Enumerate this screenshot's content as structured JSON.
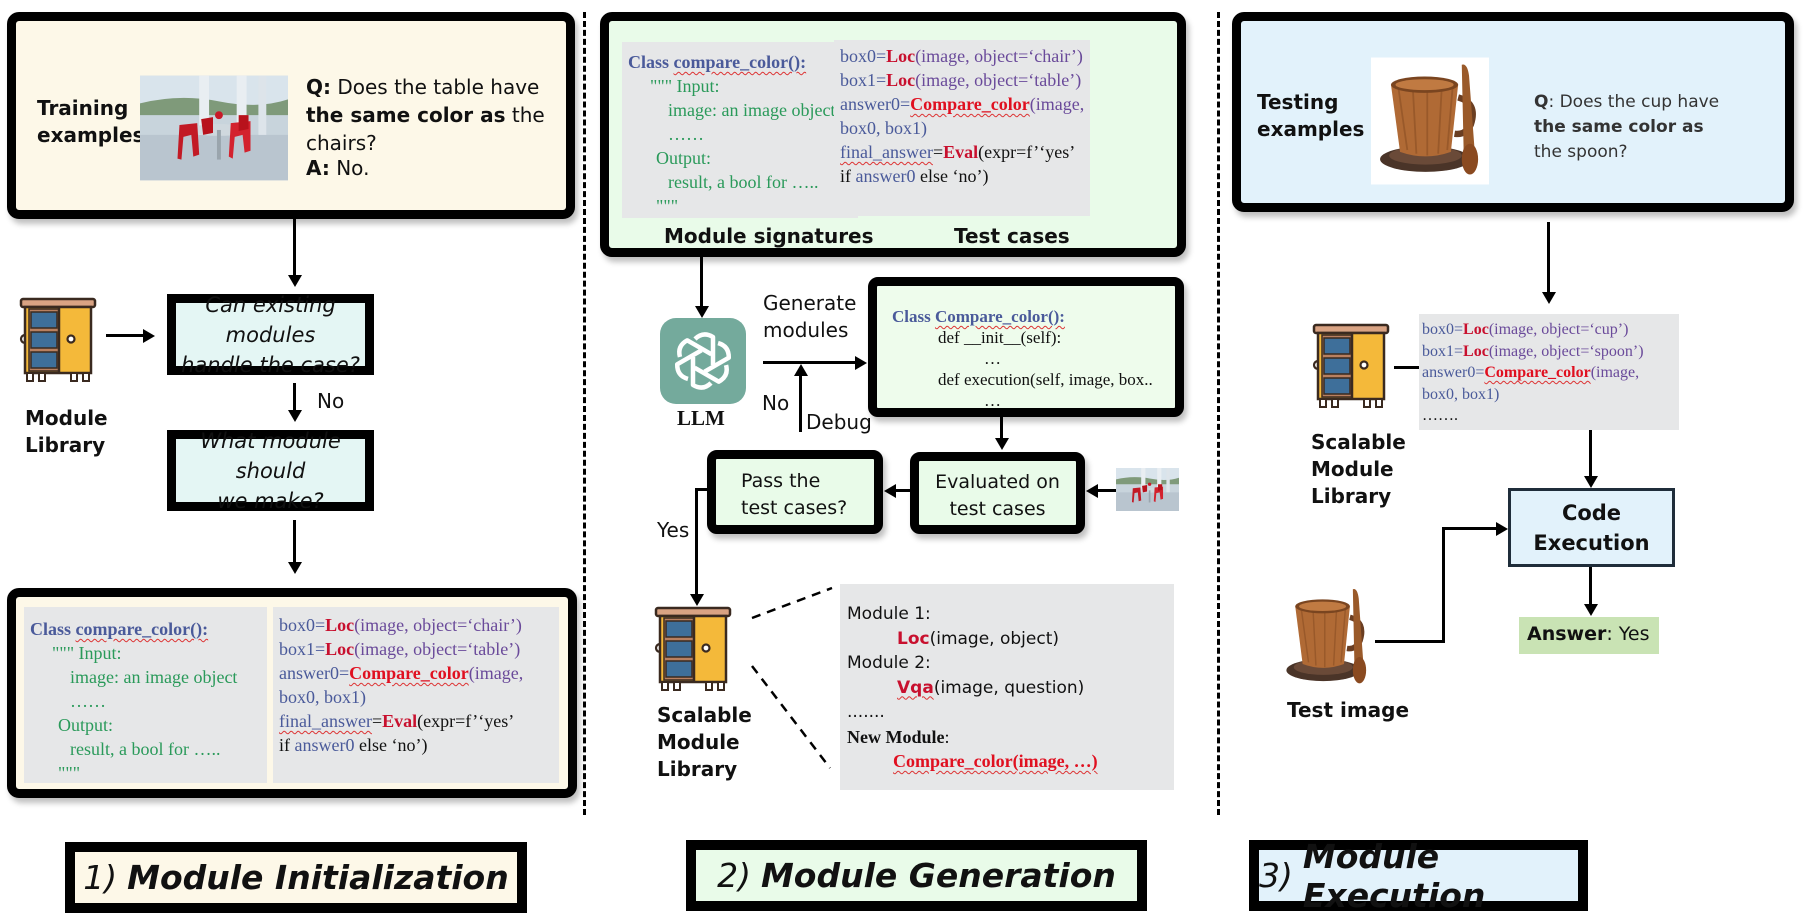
{
  "colors": {
    "stage1_bg": "#fdf8e8",
    "stage2_bg": "#e9fbe9",
    "stage3_bg": "#e2f2fb",
    "llm_icon": "#74aa9c",
    "answer_bg": "#c9e3b4",
    "highlight_red": "#c8102e"
  },
  "stage1": {
    "training": {
      "label_line1": "Training",
      "label_line2": "examples",
      "question_prefix": "Q:",
      "question_part1": " Does the table have ",
      "question_bold1": "the same color as",
      "question_part2": " the chairs?",
      "answer_prefix": "A:",
      "answer_text": " No."
    },
    "library_label_line1": "Module",
    "library_label_line2": "Library",
    "decision1_line1": "Can existing modules",
    "decision1_line2": "handle the case?",
    "no_label": "No",
    "decision2_line1": "What module should",
    "decision2_line2": "we make?",
    "signature": {
      "class_kw": "Class ",
      "class_name": "compare_color():",
      "l1": "\"\"\" Input:",
      "l2": "image: an image object",
      "l3": "……",
      "l4": "Output:",
      "l5": "result, a bool for …..",
      "l6": "\"\"\""
    },
    "test_cases": {
      "l1_a": "box0=",
      "l1_fn": "Loc",
      "l1_b": "(image, object=‘chair’)",
      "l2_a": "box1=",
      "l2_fn": "Loc",
      "l2_b": "(image, object=‘table’)",
      "l3_a": "answer0=",
      "l3_fn": "Compare_color",
      "l3_b": "(image,",
      "l4": "box0, box1)",
      "l5_a": "final_answer",
      "l5_eq": "=",
      "l5_fn": "Eval",
      "l5_b": "(expr=f’‘yes’",
      "l6_a": "if ",
      "l6_b": "answer0",
      "l6_c": " else ‘no’)"
    },
    "stage_num": "1)",
    "stage_title": "Module Initialization"
  },
  "stage2": {
    "signature": {
      "class_kw": "Class ",
      "class_name": "compare_color():",
      "l1": "\"\"\" Input:",
      "l2": "image: an image object",
      "l3": "……",
      "l4": "Output:",
      "l5": "result, a bool for …..",
      "l6": "\"\"\""
    },
    "test_cases": {
      "l1_a": "box0=",
      "l1_fn": "Loc",
      "l1_b": "(image, object=‘chair’)",
      "l2_a": "box1=",
      "l2_fn": "Loc",
      "l2_b": "(image, object=‘table’)",
      "l3_a": "answer0=",
      "l3_fn": "Compare_color",
      "l3_b": "(image,",
      "l4": "box0, box1)",
      "l5_a": "final_answer",
      "l5_eq": "=",
      "l5_fn": "Eval",
      "l5_b": "(expr=f’‘yes’",
      "l6_a": "if ",
      "l6_b": "answer0",
      "l6_c": " else ‘no’)"
    },
    "caption_signatures": "Module signatures",
    "caption_tests": "Test cases",
    "llm_label": "LLM",
    "generate_line1": "Generate",
    "generate_line2": "modules",
    "no_label": "No",
    "debug_label": "Debug",
    "generated": {
      "class_kw": "Class ",
      "class_name": "Compare_color():",
      "l1": "def __init__(self):",
      "l2": "…",
      "l3": "def execution(self, image, box..",
      "l4": "…"
    },
    "pass_line1": "Pass the",
    "pass_line2": "test cases?",
    "eval_line1": "Evaluated on",
    "eval_line2": "test cases",
    "yes_label": "Yes",
    "library_line1": "Scalable",
    "library_line2": "Module",
    "library_line3": "Library",
    "modules": {
      "m1": "Module 1:",
      "m1_fn": "Loc",
      "m1_args": "(image, object)",
      "m2": "Module 2:",
      "m2_fn": "Vqa",
      "m2_args": "(image, question)",
      "dots": ".......",
      "new_label": "New Module",
      "new_colon": ":",
      "new_fn": "Compare_color(image, …)"
    },
    "stage_num": "2)",
    "stage_title": "Module Generation"
  },
  "stage3": {
    "testing_line1": "Testing",
    "testing_line2": "examples",
    "question_prefix": "Q",
    "question_colon": ":",
    "question_part1": " Does the cup have ",
    "question_bold1": "the same color as",
    "question_part2": " the spoon?",
    "library_line1": "Scalable",
    "library_line2": "Module",
    "library_line3": "Library",
    "program": {
      "l1_a": "box0=",
      "l1_fn": "Loc",
      "l1_b": "(image, object=‘cup’)",
      "l2_a": "box1=",
      "l2_fn": "Loc",
      "l2_b": "(image, object=‘spoon’)",
      "l3_a": "answer0=",
      "l3_fn": "Compare_color",
      "l3_b": "(image,",
      "l4": "box0, box1)",
      "l5": "……."
    },
    "exec_line1": "Code",
    "exec_line2": "Execution",
    "answer_label": "Answer",
    "answer_value": ": Yes",
    "test_image_label": "Test image",
    "stage_num": "3)",
    "stage_title": "Module Execution"
  }
}
